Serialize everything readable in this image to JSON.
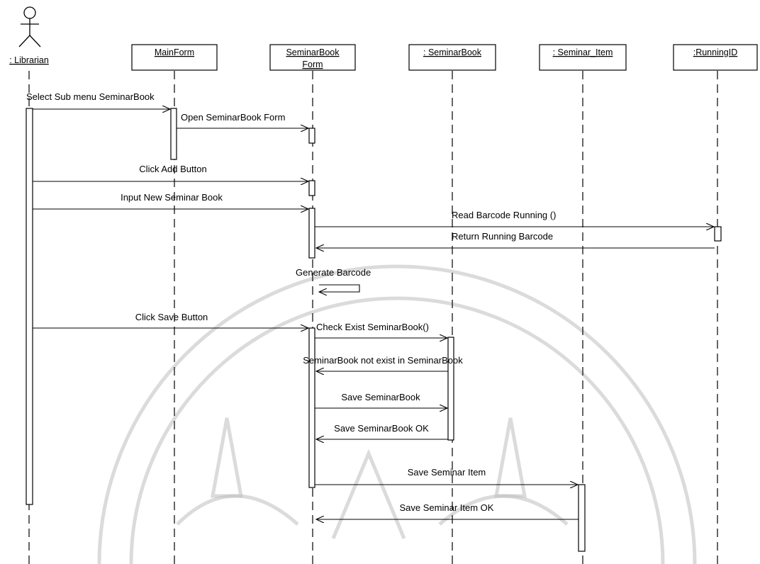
{
  "actor": {
    "name": ": Librarian"
  },
  "lifelines": [
    {
      "id": "mainform",
      "label": "MainForm"
    },
    {
      "id": "form",
      "label": "SeminarBook",
      "label2": "Form"
    },
    {
      "id": "seminarbook",
      "label": ": SeminarBook"
    },
    {
      "id": "seminaritem",
      "label": ": Seminar_Item"
    },
    {
      "id": "runningid",
      "label": ":RunningID"
    }
  ],
  "messages": [
    {
      "id": "m1",
      "text": "Select Sub menu SeminarBook"
    },
    {
      "id": "m2",
      "text": "Open SeminarBook Form"
    },
    {
      "id": "m3",
      "text": "Click Add Button"
    },
    {
      "id": "m4",
      "text": "Input New Seminar Book"
    },
    {
      "id": "m5",
      "text": "Read Barcode Running ()"
    },
    {
      "id": "m6",
      "text": "Return Running Barcode"
    },
    {
      "id": "m7",
      "text": "Generate Barcode"
    },
    {
      "id": "m8",
      "text": "Click Save Button"
    },
    {
      "id": "m9",
      "text": "Check Exist SeminarBook()"
    },
    {
      "id": "m10",
      "text": "SeminarBook not exist in SeminarBook"
    },
    {
      "id": "m11",
      "text": "Save SeminarBook"
    },
    {
      "id": "m12",
      "text": "Save SeminarBook OK"
    },
    {
      "id": "m13",
      "text": "Save Seminar Item"
    },
    {
      "id": "m14",
      "text": "Save Seminar Item OK"
    }
  ],
  "colors": {
    "line": "#000000",
    "watermark": "#bdbdbd"
  }
}
